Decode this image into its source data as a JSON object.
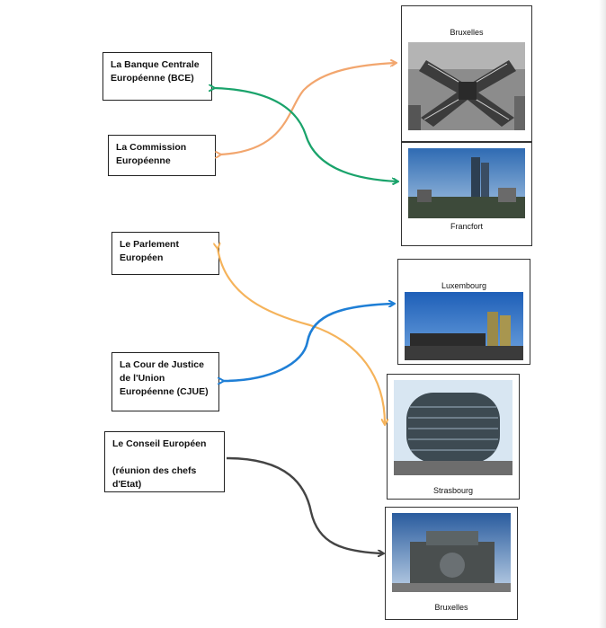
{
  "institutions": [
    {
      "id": "bce",
      "label": "La Banque Centrale\nEuropéenne (BCE)"
    },
    {
      "id": "commission",
      "label": "La Commission\nEuropéenne"
    },
    {
      "id": "parlement",
      "label": "Le Parlement\nEuropéen"
    },
    {
      "id": "cjue",
      "label": "La Cour de Justice\nde l'Union\nEuropéenne (CJUE)"
    },
    {
      "id": "conseil",
      "label": "Le Conseil Européen\n\n(réunion des chefs\nd'Etat)"
    }
  ],
  "cities": [
    {
      "id": "bruxelles1",
      "label": "Bruxelles"
    },
    {
      "id": "francfort",
      "label": "Francfort"
    },
    {
      "id": "luxembourg",
      "label": "Luxembourg"
    },
    {
      "id": "strasbourg",
      "label": "Strasbourg"
    },
    {
      "id": "bruxelles2",
      "label": "Bruxelles"
    }
  ],
  "links": [
    {
      "from": "bce",
      "to": "francfort",
      "color": "#1aa36b"
    },
    {
      "from": "commission",
      "to": "bruxelles1",
      "color": "#f2a66e"
    },
    {
      "from": "parlement",
      "to": "strasbourg",
      "color": "#f5b35b"
    },
    {
      "from": "cjue",
      "to": "luxembourg",
      "color": "#1f7fd6"
    },
    {
      "from": "conseil",
      "to": "bruxelles2",
      "color": "#444444"
    }
  ]
}
